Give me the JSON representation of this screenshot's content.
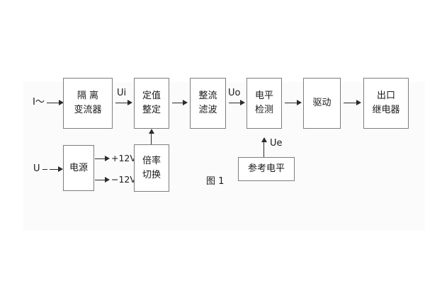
{
  "figure": {
    "caption": "图 1",
    "inputs": [
      {
        "name": "current-input",
        "label": "I～"
      },
      {
        "name": "voltage-input",
        "label": "U"
      }
    ],
    "blocks": [
      {
        "id": "isolation-ct",
        "lines": [
          "隔 离",
          "变流器"
        ]
      },
      {
        "id": "setting-value",
        "lines": [
          "定值",
          "整定"
        ]
      },
      {
        "id": "rectify-filter",
        "lines": [
          "整流",
          "滤波"
        ]
      },
      {
        "id": "level-detect",
        "lines": [
          "电平",
          "检测"
        ]
      },
      {
        "id": "drive",
        "lines": [
          "驱动"
        ]
      },
      {
        "id": "output-relay",
        "lines": [
          "出口",
          "继电器"
        ]
      },
      {
        "id": "power-supply",
        "lines": [
          "电源"
        ]
      },
      {
        "id": "multiplier-switch",
        "lines": [
          "倍率",
          "切换"
        ]
      },
      {
        "id": "reference-level",
        "lines": [
          "参考电平"
        ]
      }
    ],
    "signals": [
      {
        "id": "ui",
        "label": "Ui"
      },
      {
        "id": "uo",
        "label": "Uo"
      },
      {
        "id": "ue",
        "label": "Ue"
      }
    ],
    "rails": [
      {
        "id": "rail-pos",
        "label": "+12V"
      },
      {
        "id": "rail-neg",
        "label": "−12V"
      }
    ],
    "colors": {
      "background": "#ffffff",
      "panel": "#fbfbfb",
      "box_border": "#7d7d7d",
      "line": "#2b2b2b",
      "text": "#1a1a1a"
    }
  }
}
